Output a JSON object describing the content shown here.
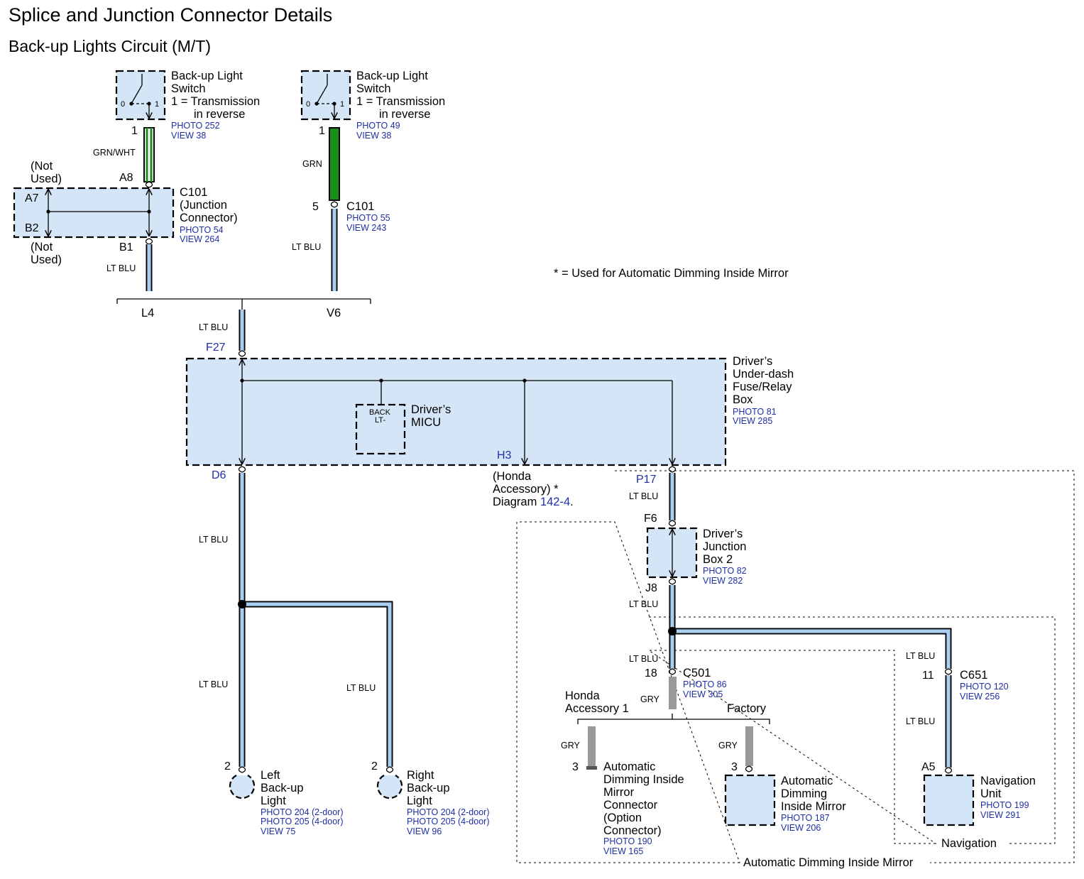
{
  "header": {
    "title": "Splice and Junction Connector Details",
    "subtitle": "Back-up Lights Circuit (M/T)"
  },
  "note": "* =  Used for Automatic Dimming Inside Mirror",
  "switch_left": {
    "name_l1": "Back-up Light",
    "name_l2": "Switch",
    "desc_l1": "1 = Transmission",
    "desc_l2": "in reverse",
    "photo": "PHOTO 252",
    "view": "VIEW 38",
    "pin0": "0",
    "pin1": "1",
    "pin": "1",
    "wire": "GRN/WHT"
  },
  "switch_right": {
    "name_l1": "Back-up Light",
    "name_l2": "Switch",
    "desc_l1": "1 = Transmission",
    "desc_l2": "in reverse",
    "photo": "PHOTO 49",
    "view": "VIEW 38",
    "pin0": "0",
    "pin1": "1",
    "pin": "1",
    "wire": "GRN"
  },
  "c101_junction": {
    "name_l1": "C101",
    "name_l2": "(Junction",
    "name_l3": "Connector)",
    "photo": "PHOTO 54",
    "view": "VIEW 264",
    "pin_a8": "A8",
    "pin_a7": "A7",
    "pin_b2": "B2",
    "pin_b1": "B1",
    "not_used_top_l1": "(Not",
    "not_used_top_l2": "Used)",
    "not_used_bot_l1": "(Not",
    "not_used_bot_l2": "Used)",
    "wire_out": "LT BLU"
  },
  "c101_right": {
    "name": "C101",
    "photo": "PHOTO 55",
    "view": "VIEW 243",
    "pin": "5",
    "wire_out": "LT BLU"
  },
  "variant_left": "L4",
  "variant_right": "V6",
  "fuse_box": {
    "input_wire": "LT BLU",
    "pin_in": "F27",
    "name_l1": "Driver’s",
    "name_l2": "Under-dash",
    "name_l3": "Fuse/Relay",
    "name_l4": "Box",
    "photo": "PHOTO 81",
    "view": "VIEW 285",
    "micu_label_l1": "BACK",
    "micu_label_l2": "LT-",
    "micu_name_l1": "Driver’s",
    "micu_name_l2": "MICU",
    "pin_h3": "H3",
    "pin_d6": "D6",
    "pin_p17": "P17"
  },
  "honda_accessory": {
    "l1": "(Honda",
    "l2": "Accessory) *",
    "l3": "Diagram ",
    "diagram_link": "142-4",
    "l3_end": "."
  },
  "lights": {
    "main_wire": "LT BLU",
    "left_wire": "LT BLU",
    "right_wire": "LT BLU",
    "branch_wire": "LT BLU",
    "left": {
      "pin": "2",
      "name_l1": "Left",
      "name_l2": "Back-up",
      "name_l3": "Light",
      "photo1": "PHOTO 204 (2-door)",
      "photo2": "PHOTO 205 (4-door)",
      "view": "VIEW 75"
    },
    "right": {
      "pin": "2",
      "name_l1": "Right",
      "name_l2": "Back-up",
      "name_l3": "Light",
      "photo1": "PHOTO 204 (2-door)",
      "photo2": "PHOTO 205 (4-door)",
      "view": "VIEW 96"
    }
  },
  "junction_box2": {
    "wire_in": "LT BLU",
    "pin_f6": "F6",
    "pin_j8": "J8",
    "name_l1": "Driver’s",
    "name_l2": "Junction",
    "name_l3": "Box 2",
    "photo": "PHOTO 82",
    "view": "VIEW 282",
    "wire_out": "LT BLU"
  },
  "c501": {
    "wire_in": "LT BLU",
    "pin": "18",
    "name": "C501",
    "photo": "PHOTO 86",
    "view": "VIEW 305",
    "wire_out": "GRY"
  },
  "mirror_options": {
    "honda_l1": "Honda",
    "honda_l2": "Accessory 1",
    "factory": "Factory"
  },
  "mirror_connector": {
    "wire": "GRY",
    "pin": "3",
    "name_l1": "Automatic",
    "name_l2": "Dimming Inside",
    "name_l3": "Mirror",
    "name_l4": "Connector",
    "name_l5": "(Option",
    "name_l6": "Connector)",
    "photo": "PHOTO 190",
    "view": "VIEW 165"
  },
  "mirror": {
    "wire": "GRY",
    "pin": "3",
    "name_l1": "Automatic",
    "name_l2": "Dimming",
    "name_l3": "Inside Mirror",
    "photo": "PHOTO 187",
    "view": "VIEW 206"
  },
  "c651": {
    "wire_in": "LT BLU",
    "pin": "11",
    "name": "C651",
    "photo": "PHOTO 120",
    "view": "VIEW 256",
    "wire_out": "LT BLU"
  },
  "nav_unit": {
    "pin": "A5",
    "name_l1": "Navigation",
    "name_l2": "Unit",
    "photo": "PHOTO 199",
    "view": "VIEW 291"
  },
  "regions": {
    "navigation": "Navigation",
    "auto_mirror": "Automatic Dimming Inside Mirror"
  },
  "colors": {
    "lt_blu": "#aacdf2",
    "grn": "#1a8f1a",
    "gry": "#999999",
    "box_fill": "#d4e5f7",
    "ref_blue": "#1f2fa6"
  }
}
